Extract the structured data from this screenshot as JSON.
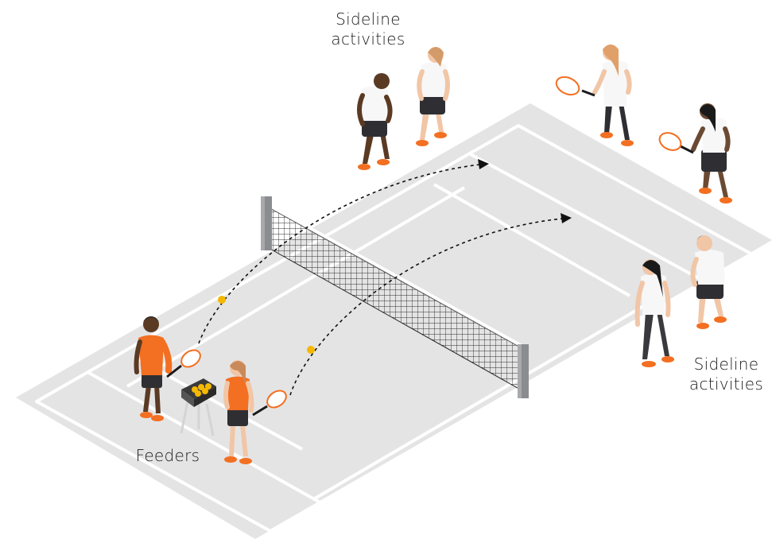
{
  "labels": {
    "sideline_top": [
      "Sideline",
      "activities"
    ],
    "sideline_right": [
      "Sideline",
      "activities"
    ],
    "feeders": "Feeders"
  },
  "colors": {
    "court": "#e4e4e5",
    "court_line": "#ffffff",
    "net_post": "#8a8c90",
    "net_mesh": "#2b2b2b",
    "orange": "#f36f21",
    "white_shirt": "#f7f7f7",
    "dark_shorts": "#2f2f33",
    "ball": "#f5b800",
    "arrow": "#111111"
  },
  "icons": [
    "tennis-racket-icon",
    "ball-basket-icon",
    "arrow-head-icon"
  ]
}
